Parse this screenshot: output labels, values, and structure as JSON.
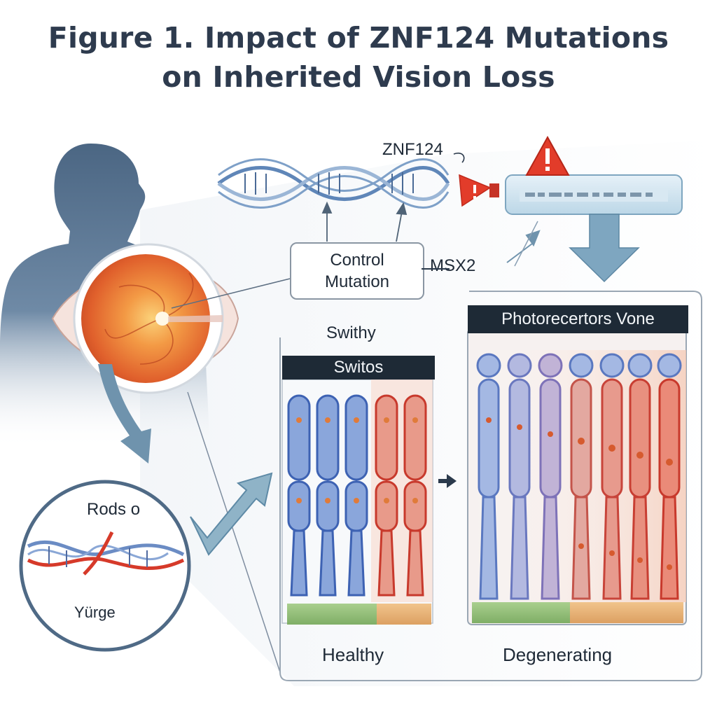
{
  "title": {
    "line1": "Figure 1. Impact of ZNF124 Mutations",
    "line2": "on Inherited Vision Loss"
  },
  "labels": {
    "gene": "ZNF124",
    "control_box_line1": "Control",
    "control_box_line2": "Mutation",
    "msx2": "MSX2",
    "swithy": "Swithy",
    "left_panel_header": "Switos",
    "right_panel_header": "Photorecertors Vone",
    "healthy": "Healthy",
    "degenerating": "Degenerating",
    "zoom_top": "Rods o",
    "zoom_bottom": "Yürge"
  },
  "colors": {
    "title": "#2e3b4e",
    "silhouette": "#4f6a86",
    "arrow": "#6f93ad",
    "healthy_cell": "#4d73c2",
    "degenerating_cell": "#cf4a3a",
    "warning": "#e23c2a",
    "panel_header": "#1e2a36"
  },
  "icons": [
    "warning-icon",
    "dna-helix-icon",
    "eye-icon",
    "person-silhouette-icon"
  ]
}
